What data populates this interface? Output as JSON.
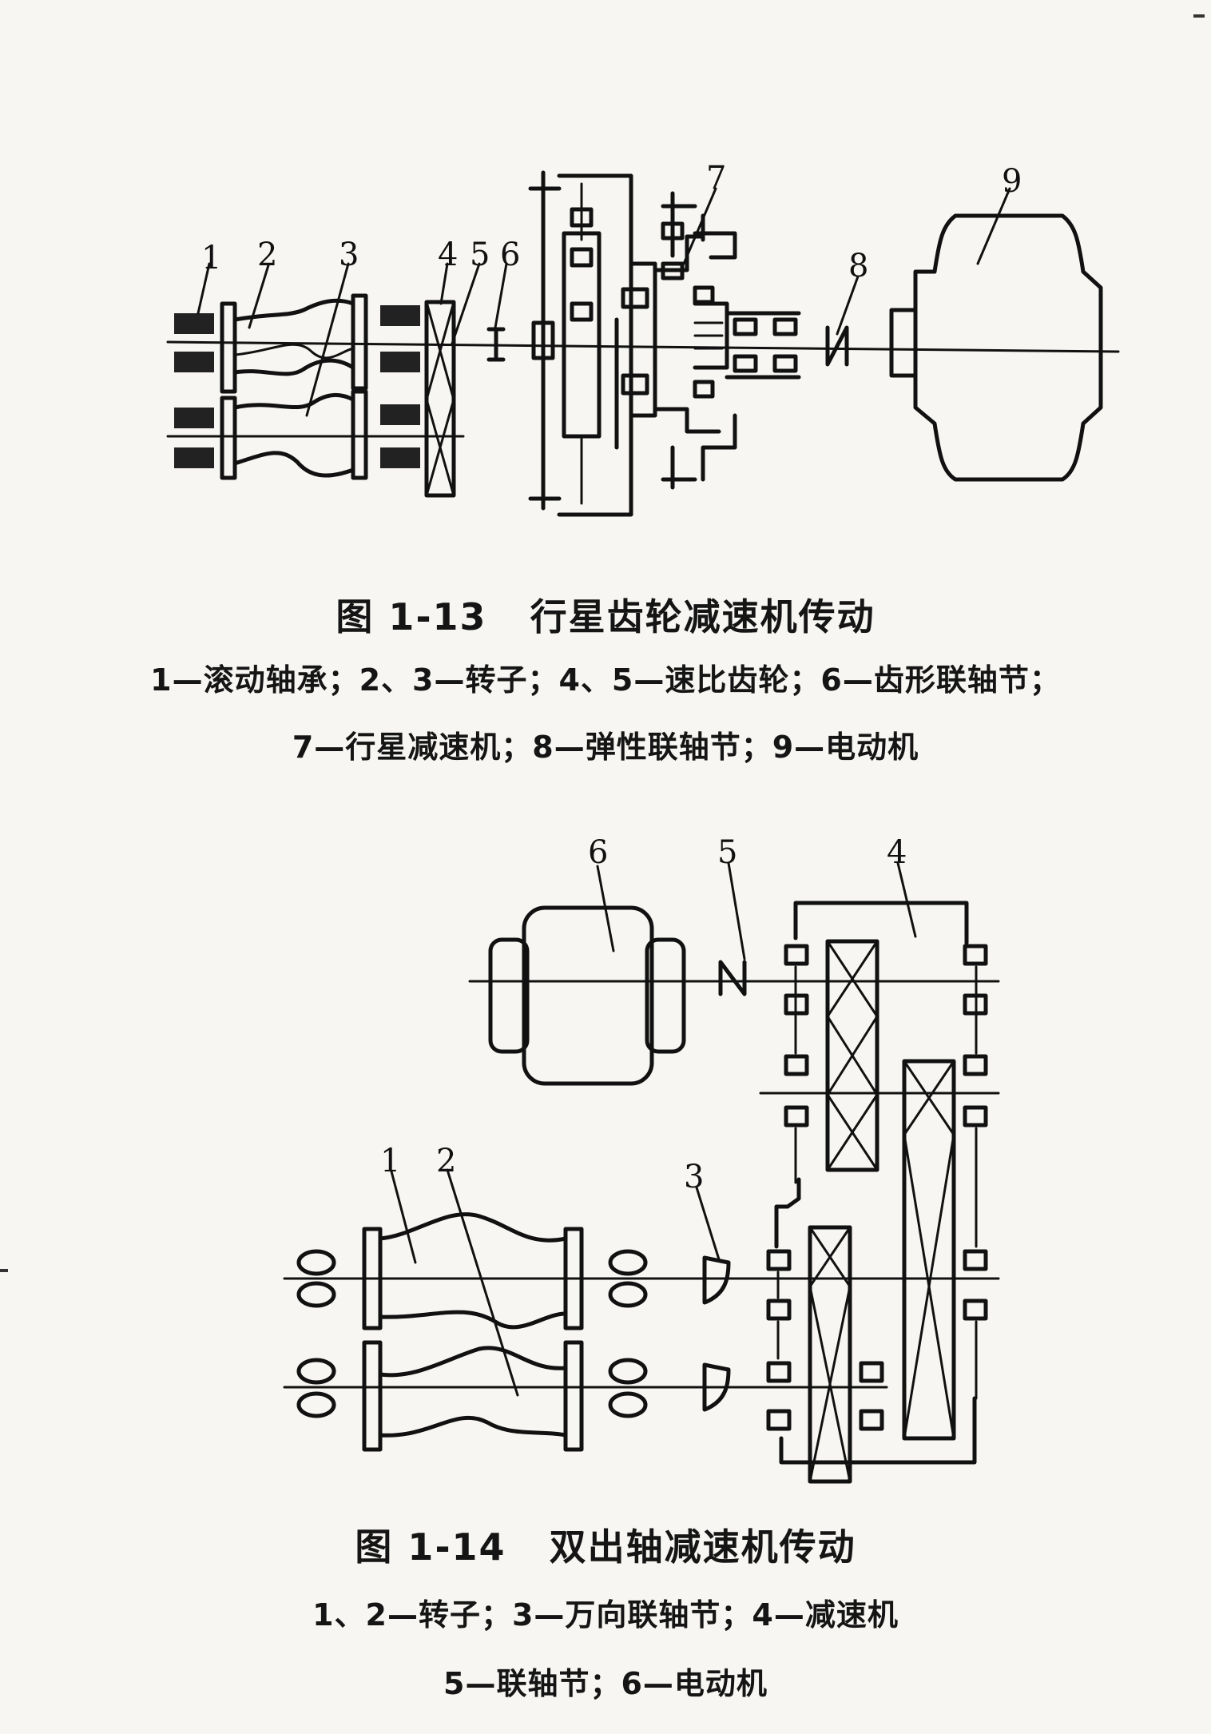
{
  "figure_1_13": {
    "number": "图 1-13",
    "title": "行星齿轮减速机传动",
    "legend_line1": "1—滚动轴承；2、3—转子；4、5—速比齿轮；6—齿形联轴节；",
    "legend_line2": "7—行星减速机；8—弹性联轴节；9—电动机",
    "part_labels": [
      "1",
      "2",
      "3",
      "4",
      "5",
      "6",
      "7",
      "8",
      "9"
    ]
  },
  "figure_1_14": {
    "number": "图 1-14",
    "title": "双出轴减速机传动",
    "legend_line1": "1、2—转子；3—万向联轴节；4—减速机",
    "legend_line2": "5—联轴节；6—电动机",
    "part_labels": [
      "1",
      "2",
      "3",
      "4",
      "5",
      "6"
    ]
  }
}
